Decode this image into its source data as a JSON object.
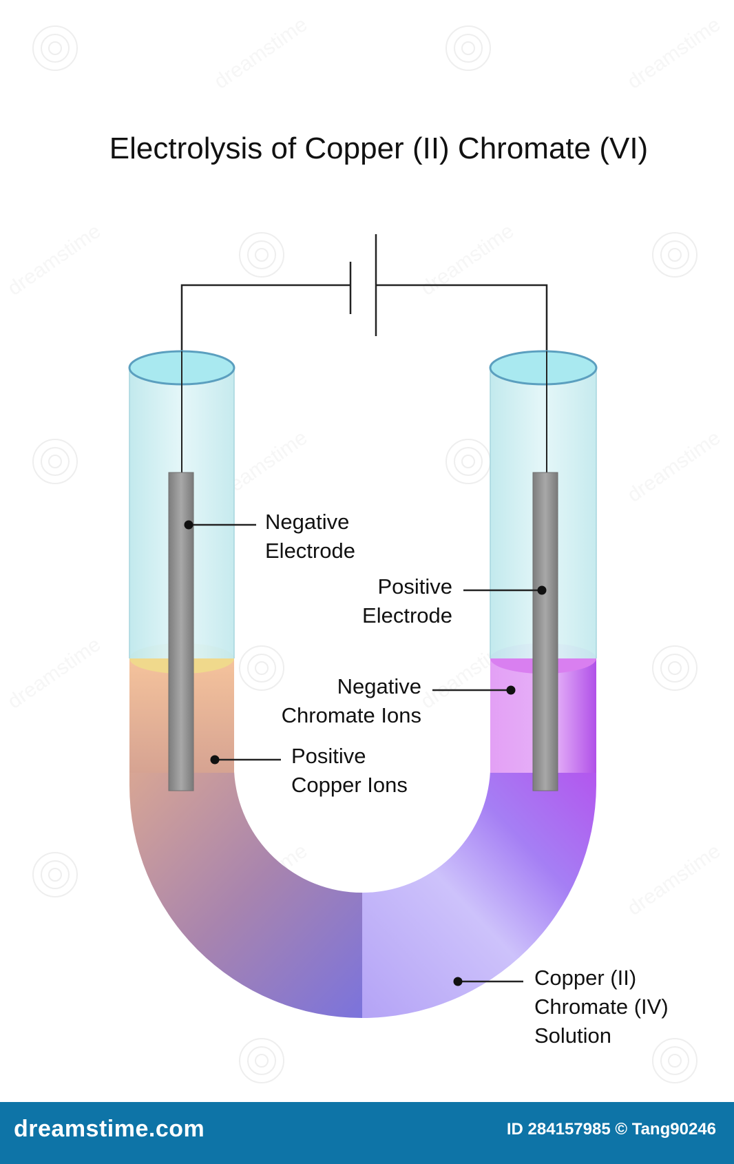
{
  "title": "Electrolysis of Copper (II) Chromate (VI)",
  "labels": {
    "negative_electrode": [
      "Negative",
      "Electrode"
    ],
    "positive_electrode": [
      "Positive",
      "Electrode"
    ],
    "negative_chromate_ions": [
      "Negative",
      "Chromate Ions"
    ],
    "positive_copper_ions": [
      "Positive",
      "Copper Ions"
    ],
    "solution": [
      "Copper (II)",
      "Chromate (IV)",
      "Solution"
    ]
  },
  "watermark": {
    "text": "dreamstime",
    "footer_logo": "dreamstime.com",
    "footer_info": "ID 284157985 © Tang90246"
  },
  "colors": {
    "tube_glass": "#cdeef0",
    "tube_rim": "#5aa0bf",
    "copper_solution": "#f2b48e",
    "chromate_solution": "#d67ef0",
    "u_bend_left": "#b58aa8",
    "u_bend_right": "#b69ef5",
    "electrode": "#8e8e8e",
    "footer": "#0e74a7"
  }
}
